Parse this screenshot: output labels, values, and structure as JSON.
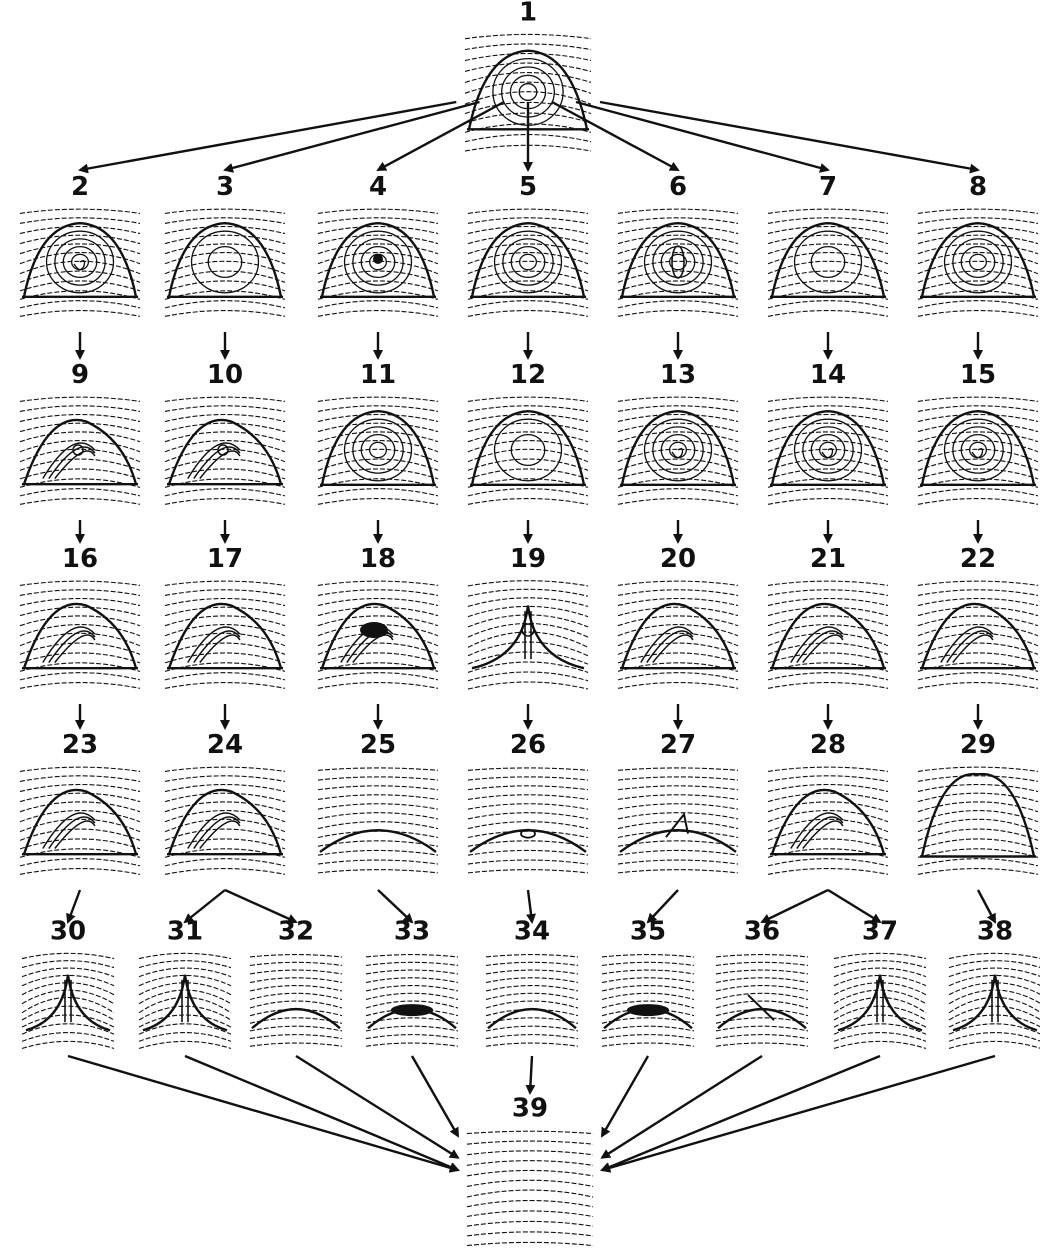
{
  "diagram": {
    "nodes": [
      {
        "id": 1,
        "label": "1",
        "pattern": "whorl-central"
      },
      {
        "id": 2,
        "label": "2",
        "pattern": "whorl-spiral"
      },
      {
        "id": 3,
        "label": "3",
        "pattern": "whorl-small-core"
      },
      {
        "id": 4,
        "label": "4",
        "pattern": "whorl-dark-core"
      },
      {
        "id": 5,
        "label": "5",
        "pattern": "whorl-concentric"
      },
      {
        "id": 6,
        "label": "6",
        "pattern": "whorl-elongated"
      },
      {
        "id": 7,
        "label": "7",
        "pattern": "whorl-small-core"
      },
      {
        "id": 8,
        "label": "8",
        "pattern": "whorl-double"
      },
      {
        "id": 9,
        "label": "9",
        "pattern": "twisted-loop"
      },
      {
        "id": 10,
        "label": "10",
        "pattern": "twisted-loop"
      },
      {
        "id": 11,
        "label": "11",
        "pattern": "whorl-concentric"
      },
      {
        "id": 12,
        "label": "12",
        "pattern": "whorl-small-core"
      },
      {
        "id": 13,
        "label": "13",
        "pattern": "whorl-spiral"
      },
      {
        "id": 14,
        "label": "14",
        "pattern": "whorl-spiral"
      },
      {
        "id": 15,
        "label": "15",
        "pattern": "whorl-spiral"
      },
      {
        "id": 16,
        "label": "16",
        "pattern": "loop-slanted"
      },
      {
        "id": 17,
        "label": "17",
        "pattern": "loop-large"
      },
      {
        "id": 18,
        "label": "18",
        "pattern": "loop-dark-core"
      },
      {
        "id": 19,
        "label": "19",
        "pattern": "tented-small-core"
      },
      {
        "id": 20,
        "label": "20",
        "pattern": "loop-right"
      },
      {
        "id": 21,
        "label": "21",
        "pattern": "loop-right"
      },
      {
        "id": 22,
        "label": "22",
        "pattern": "loop-small"
      },
      {
        "id": 23,
        "label": "23",
        "pattern": "loop-open"
      },
      {
        "id": 24,
        "label": "24",
        "pattern": "loop-open"
      },
      {
        "id": 25,
        "label": "25",
        "pattern": "arch-low"
      },
      {
        "id": 26,
        "label": "26",
        "pattern": "arch-low-core"
      },
      {
        "id": 27,
        "label": "27",
        "pattern": "arch-peak"
      },
      {
        "id": 28,
        "label": "28",
        "pattern": "loop-open"
      },
      {
        "id": 29,
        "label": "29",
        "pattern": "dome"
      },
      {
        "id": 30,
        "label": "30",
        "pattern": "tented"
      },
      {
        "id": 31,
        "label": "31",
        "pattern": "tented"
      },
      {
        "id": 32,
        "label": "32",
        "pattern": "arch-flat"
      },
      {
        "id": 33,
        "label": "33",
        "pattern": "arch-dark"
      },
      {
        "id": 34,
        "label": "34",
        "pattern": "arch-flat"
      },
      {
        "id": 35,
        "label": "35",
        "pattern": "arch-dark"
      },
      {
        "id": 36,
        "label": "36",
        "pattern": "arch-slanted"
      },
      {
        "id": 37,
        "label": "37",
        "pattern": "tented"
      },
      {
        "id": 38,
        "label": "38",
        "pattern": "tented"
      },
      {
        "id": 39,
        "label": "39",
        "pattern": "plain-arch"
      }
    ],
    "edges": [
      [
        1,
        2
      ],
      [
        1,
        3
      ],
      [
        1,
        4
      ],
      [
        1,
        5
      ],
      [
        1,
        6
      ],
      [
        1,
        7
      ],
      [
        1,
        8
      ],
      [
        2,
        9
      ],
      [
        3,
        10
      ],
      [
        4,
        11
      ],
      [
        5,
        12
      ],
      [
        6,
        13
      ],
      [
        7,
        14
      ],
      [
        8,
        15
      ],
      [
        9,
        16
      ],
      [
        10,
        17
      ],
      [
        11,
        18
      ],
      [
        12,
        19
      ],
      [
        13,
        20
      ],
      [
        14,
        21
      ],
      [
        15,
        22
      ],
      [
        16,
        23
      ],
      [
        17,
        24
      ],
      [
        18,
        25
      ],
      [
        19,
        26
      ],
      [
        20,
        27
      ],
      [
        21,
        28
      ],
      [
        22,
        29
      ],
      [
        23,
        30
      ],
      [
        24,
        31
      ],
      [
        24,
        32
      ],
      [
        25,
        33
      ],
      [
        26,
        34
      ],
      [
        27,
        35
      ],
      [
        28,
        36
      ],
      [
        28,
        37
      ],
      [
        29,
        38
      ],
      [
        30,
        39
      ],
      [
        31,
        39
      ],
      [
        32,
        39
      ],
      [
        33,
        39
      ],
      [
        34,
        39
      ],
      [
        35,
        39
      ],
      [
        36,
        39
      ],
      [
        37,
        39
      ],
      [
        38,
        39
      ]
    ]
  }
}
